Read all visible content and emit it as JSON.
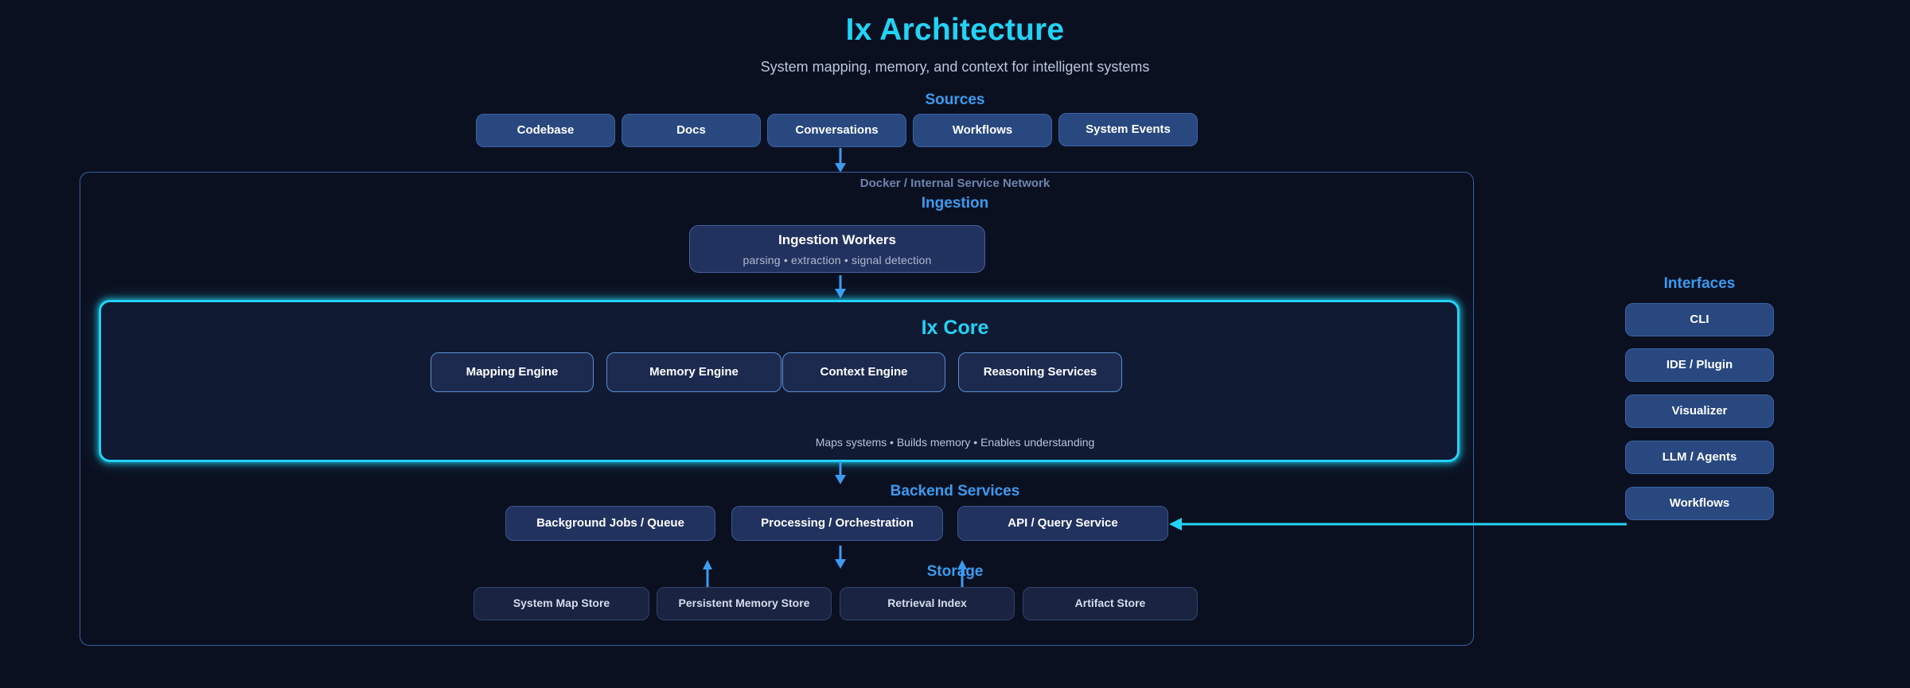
{
  "header": {
    "title": "Ix Architecture",
    "subtitle": "System mapping, memory, and context for intelligent systems"
  },
  "colors": {
    "background": "#0b1020",
    "accent_cyan": "#22d3f5",
    "accent_blue": "#3c9bf0",
    "node_blue": "#28487f",
    "node_navy": "#22325f",
    "node_dark": "#1a2440",
    "container_border": "#3a5fa0",
    "muted_text": "#6d85ad"
  },
  "sources": {
    "heading": "Sources",
    "items": [
      {
        "label": "Codebase"
      },
      {
        "label": "Docs"
      },
      {
        "label": "Conversations"
      },
      {
        "label": "Workflows"
      },
      {
        "label": "System Events"
      }
    ]
  },
  "container": {
    "label": "Docker / Internal Service Network"
  },
  "ingestion": {
    "heading": "Ingestion",
    "worker": {
      "label": "Ingestion Workers",
      "sub": "parsing  •  extraction  •  signal detection"
    }
  },
  "core": {
    "title": "Ix Core",
    "footer": "Maps systems  •  Builds memory  •  Enables understanding",
    "engines": [
      {
        "label": "Mapping Engine"
      },
      {
        "label": "Memory Engine"
      },
      {
        "label": "Context Engine"
      },
      {
        "label": "Reasoning Services"
      }
    ]
  },
  "backend": {
    "heading": "Backend Services",
    "items": [
      {
        "label": "Background Jobs / Queue"
      },
      {
        "label": "Processing / Orchestration"
      },
      {
        "label": "API / Query Service"
      }
    ]
  },
  "storage": {
    "heading": "Storage",
    "items": [
      {
        "label": "System Map Store"
      },
      {
        "label": "Persistent Memory Store"
      },
      {
        "label": "Retrieval Index"
      },
      {
        "label": "Artifact Store"
      }
    ]
  },
  "interfaces": {
    "heading": "Interfaces",
    "items": [
      {
        "label": "CLI"
      },
      {
        "label": "IDE / Plugin"
      },
      {
        "label": "Visualizer"
      },
      {
        "label": "LLM / Agents"
      },
      {
        "label": "Workflows"
      }
    ]
  },
  "arrows": [
    {
      "name": "sources-to-ingestion",
      "direction": "down"
    },
    {
      "name": "ingestion-to-core",
      "direction": "down"
    },
    {
      "name": "core-to-backend",
      "direction": "down"
    },
    {
      "name": "backend-to-storage",
      "direction": "down"
    },
    {
      "name": "storage-to-backend-left",
      "direction": "up"
    },
    {
      "name": "storage-to-backend-right",
      "direction": "up"
    },
    {
      "name": "interfaces-to-api",
      "direction": "left"
    }
  ]
}
